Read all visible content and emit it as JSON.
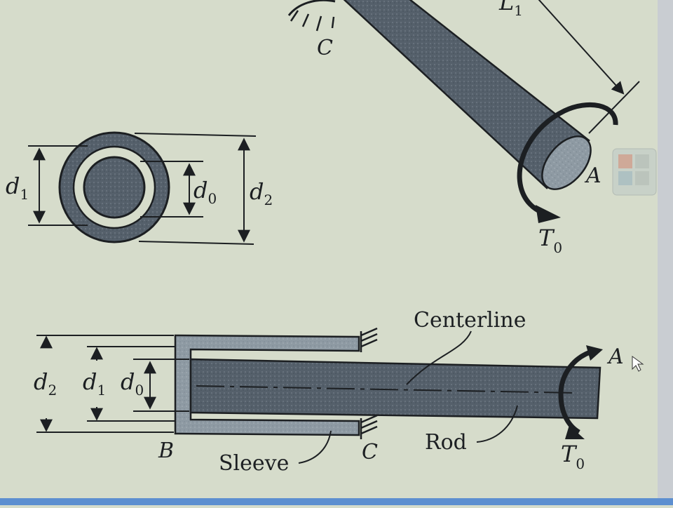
{
  "labels": {
    "d_main": "d",
    "d0_sub": "0",
    "d1_sub": "1",
    "d2_sub": "2",
    "l1_main": "L",
    "l1_sub": "1",
    "t_main": "T",
    "t_sub": "0",
    "a": "A",
    "b": "B",
    "c": "C",
    "centerline": "Centerline",
    "sleeve": "Sleeve",
    "rod": "Rod"
  },
  "colors": {
    "background": "#d6dccb",
    "rod_fill": "#55606b",
    "sleeve_fill": "#8e9aa3",
    "line": "#1c1f22"
  },
  "icons": [
    "mouse-cursor-icon",
    "desktop-app-icon"
  ]
}
